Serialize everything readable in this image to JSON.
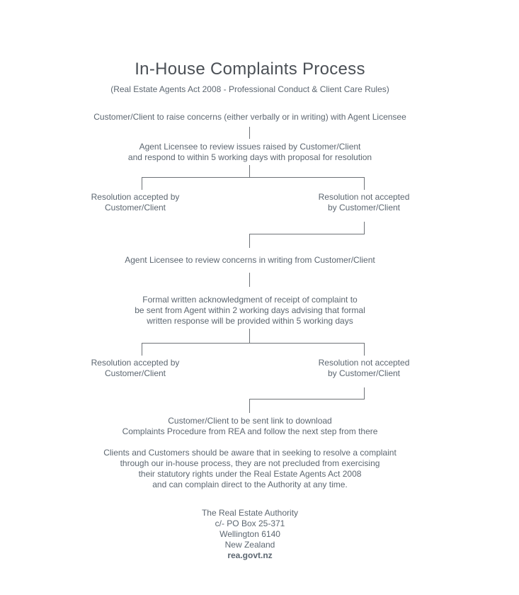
{
  "title": "In-House Complaints Process",
  "subtitle": "(Real Estate Agents Act 2008 - Professional Conduct & Client Care Rules)",
  "flow": {
    "step1": {
      "lines": [
        "Customer/Client to raise concerns (either verbally or in writing) with Agent Licensee"
      ]
    },
    "step2": {
      "lines": [
        "Agent Licensee to review issues raised by Customer/Client",
        "and respond to within 5 working days with proposal for resolution"
      ]
    },
    "branch1": {
      "left": {
        "lines": [
          "Resolution accepted by",
          "Customer/Client"
        ]
      },
      "right": {
        "lines": [
          "Resolution not accepted",
          "by Customer/Client"
        ]
      }
    },
    "step3": {
      "lines": [
        "Agent Licensee to review concerns in writing from Customer/Client"
      ]
    },
    "step4": {
      "lines": [
        "Formal written acknowledgment of receipt of complaint to",
        "be sent from Agent within 2 working days advising that formal",
        "written response will be provided within 5 working days"
      ]
    },
    "branch2": {
      "left": {
        "lines": [
          "Resolution accepted by",
          "Customer/Client"
        ]
      },
      "right": {
        "lines": [
          "Resolution not accepted",
          "by Customer/Client"
        ]
      }
    },
    "step5": {
      "lines": [
        "Customer/Client to be sent link to download",
        "Complaints Procedure from REA and follow the next step from there"
      ]
    },
    "note": {
      "lines": [
        "Clients and Customers should be aware that in seeking to resolve a complaint",
        "through our in-house process, they are not precluded from exercising",
        "their statutory rights under the Real Estate Agents Act 2008",
        "and can complain direct to the Authority at any time."
      ]
    }
  },
  "footer": {
    "org": "The Real Estate Authority",
    "address1": "c/- PO Box 25-371",
    "address2": "Wellington 6140",
    "address3": "New Zealand",
    "website": "rea.govt.nz"
  },
  "colors": {
    "title": "#4b5056",
    "body": "#5d6771",
    "line": "#6e7277"
  }
}
